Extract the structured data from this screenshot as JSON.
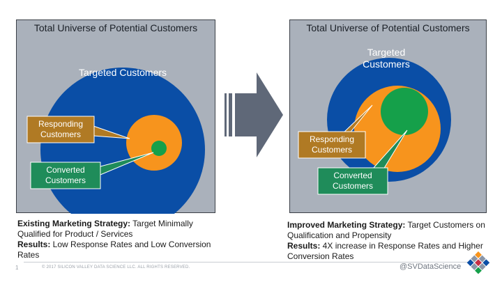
{
  "left_panel": {
    "title": "Total Universe of Potential Customers",
    "targeted": "Targeted Customers",
    "responding": [
      "Responding",
      "Customers"
    ],
    "converted": [
      "Converted",
      "Customers"
    ]
  },
  "right_panel": {
    "title": "Total Universe of Potential Customers",
    "targeted": [
      "Targeted",
      "Customers"
    ],
    "responding": [
      "Responding",
      "Customers"
    ],
    "converted": [
      "Converted",
      "Customers"
    ]
  },
  "left_caption": {
    "strategy_label": "Existing Marketing Strategy:",
    "strategy_text": " Target Minimally Qualified for Product / Services",
    "results_label": "Results:",
    "results_text": " Low Response Rates and Low Conversion Rates"
  },
  "right_caption": {
    "strategy_label": "Improved Marketing Strategy:",
    "strategy_text": " Target Customers on Qualification and Propensity",
    "results_label": "Results:",
    "results_text": " 4X increase in Response Rates and Higher Conversion Rates"
  },
  "footer": {
    "page_number": "1",
    "copyright": "© 2017 SILICON VALLEY DATA SCIENCE LLC. ALL RIGHTS RESERVED.",
    "handle": "@SVDataScience"
  },
  "colors": {
    "panel_bg": "#aab1bb",
    "blue": "#0a4ea6",
    "orange": "#f7941d",
    "green": "#15a04a",
    "responding_label": "#b07a24",
    "converted_label": "#1f8c5a",
    "arrow": "#5f6878"
  }
}
